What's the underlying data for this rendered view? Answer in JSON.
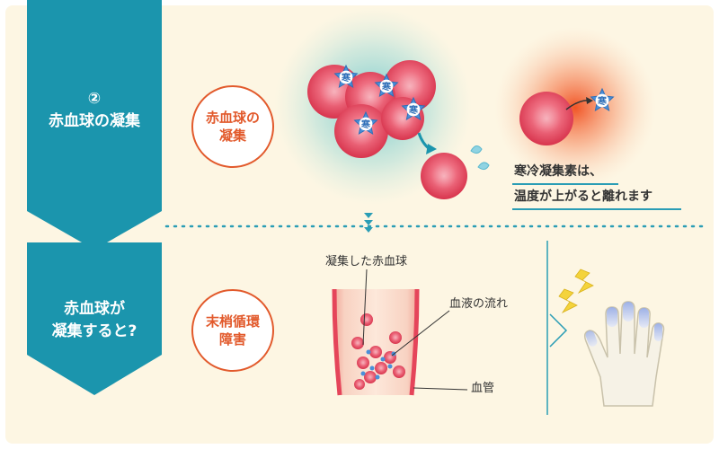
{
  "section1": {
    "number": "②",
    "title": "赤血球の凝集",
    "circle_line1": "赤血球の",
    "circle_line2": "凝集",
    "cold_agglutinin_label": "寒",
    "note_line1": "寒冷凝集素は、",
    "note_line2": "温度が上がると離れます"
  },
  "section2": {
    "title_line1": "赤血球が",
    "title_line2": "凝集すると?",
    "circle_line1": "末梢循環",
    "circle_line2": "障害",
    "label_agglutinated": "凝集した赤血球",
    "label_blood_flow": "血液の流れ",
    "label_vessel": "血管"
  },
  "colors": {
    "banner_teal": "#1b95ad",
    "accent_orange": "#e25a2c",
    "paper": "#fdf6e3",
    "rbc_red": "#e8455e"
  }
}
